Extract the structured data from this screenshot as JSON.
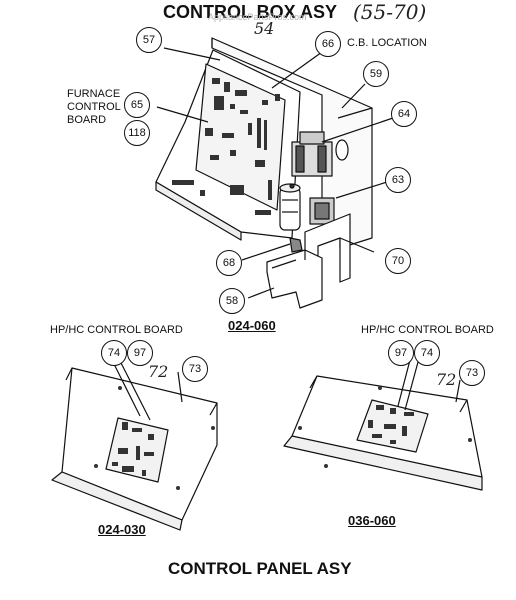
{
  "top_title": "CONTROL BOX ASY",
  "top_title_handwritten": "(55-70)",
  "top_title_handwritten_sub": "54",
  "watermark": "AppliancePartsPros.com",
  "cb_location": "C.B. LOCATION",
  "furnace_board": {
    "line1": "FURNACE",
    "line2": "CONTROL",
    "line3": "BOARD"
  },
  "hp_label_left": "HP/HC CONTROL BOARD",
  "hp_label_right": "HP/HC CONTROL BOARD",
  "model_top": "024-060",
  "model_left": "024-030",
  "model_right": "036-060",
  "bottom_title": "CONTROL PANEL ASY",
  "handwritten_72_left": "72",
  "handwritten_72_right": "72",
  "callouts": {
    "c57": "57",
    "c66": "66",
    "c59": "59",
    "c65": "65",
    "c118": "118",
    "c64": "64",
    "c63": "63",
    "c68": "68",
    "c70": "70",
    "c58": "58",
    "c74a": "74",
    "c97a": "97",
    "c73a": "73",
    "c97b": "97",
    "c74b": "74",
    "c73b": "73"
  }
}
